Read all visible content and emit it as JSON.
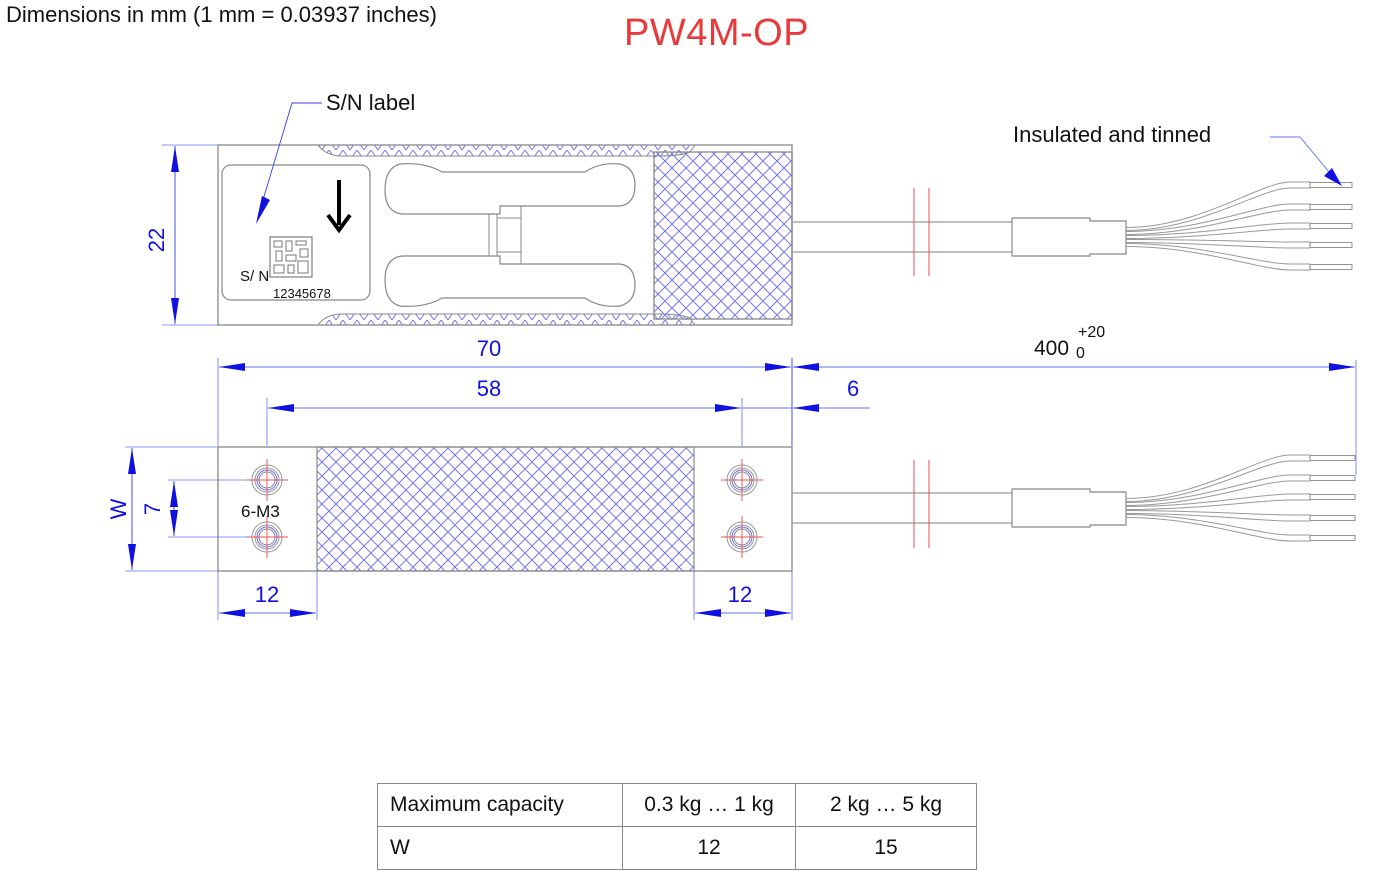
{
  "header": {
    "subtitle": "Dimensions in mm (1 mm = 0.03937 inches)",
    "title": "PW4M-OP"
  },
  "colors": {
    "title": "#e8393b",
    "dimension": "#1010e0",
    "hatch": "#6a6ae8",
    "centerline": "#e83030",
    "outline": "#888888"
  },
  "top_view": {
    "sn_label_callout": "S/N label",
    "sn_prefix": "S/ N",
    "serial_number": "12345678",
    "wire_callout": "Insulated and tinned",
    "height_dim": "22",
    "wire_count": 5
  },
  "dimensions": {
    "total_length": "70",
    "hole_spacing": "58",
    "cable_offset": "6",
    "cable_length": "400",
    "cable_tol_upper": "+20",
    "cable_tol_lower": "0",
    "left_pad": "12",
    "right_pad": "12",
    "width": "W",
    "hole_pitch": "7",
    "hole_spec": "6-M3"
  },
  "capacity_table": {
    "header": [
      "Maximum capacity",
      "0.3 kg … 1 kg",
      "2 kg … 5 kg"
    ],
    "rows": [
      [
        "W",
        "12",
        "15"
      ]
    ]
  }
}
